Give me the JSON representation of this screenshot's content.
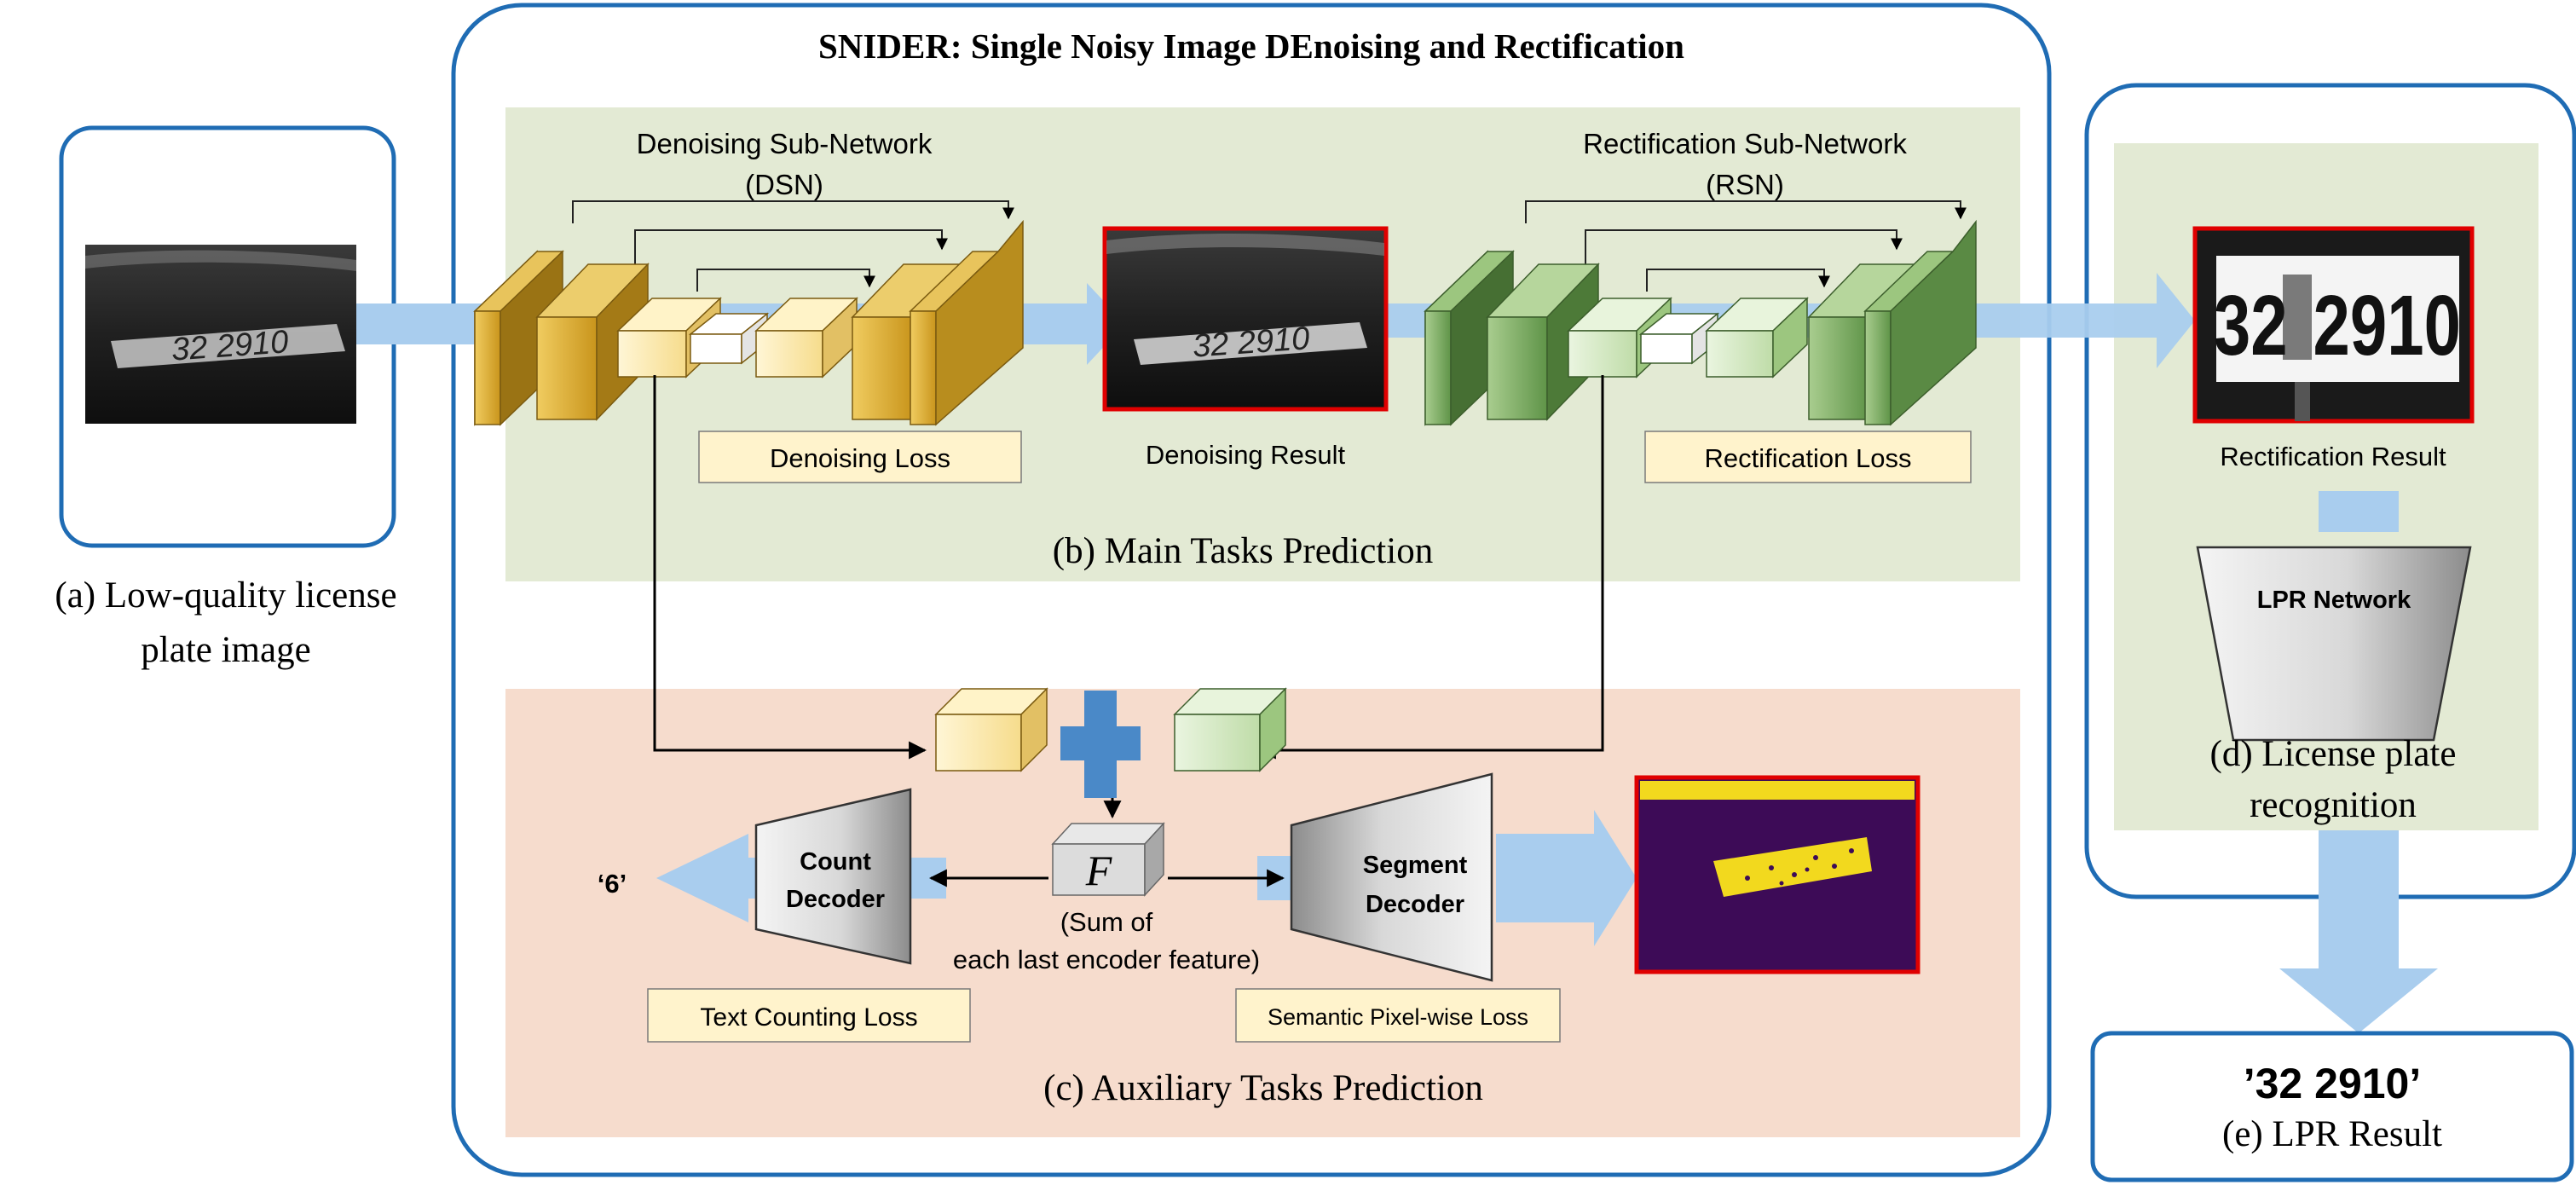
{
  "title": "SNIDER: Single Noisy Image DEnoising and Rectification",
  "input": {
    "caption_line1": "(a) Low-quality license",
    "caption_line2": "plate image",
    "plate_text": "32 2910"
  },
  "main_tasks": {
    "caption": "(b) Main Tasks Prediction",
    "dsn_line1": "Denoising Sub-Network",
    "dsn_line2": "(DSN)",
    "rsn_line1": "Rectification Sub-Network",
    "rsn_line2": "(RSN)",
    "denoising_loss": "Denoising Loss",
    "rectification_loss": "Rectification Loss",
    "denoising_result": "Denoising Result",
    "denoised_plate_text": "32 2910"
  },
  "auxiliary_tasks": {
    "caption": "(c) Auxiliary Tasks Prediction",
    "count_decoder_line1": "Count",
    "count_decoder_line2": "Decoder",
    "segment_decoder_line1": "Segment",
    "segment_decoder_line2": "Decoder",
    "feature_symbol": "F",
    "feature_caption_line1": "(Sum of",
    "feature_caption_line2": "each last encoder feature)",
    "count_output": "‘6’",
    "text_counting_loss": "Text Counting Loss",
    "semantic_loss": "Semantic Pixel-wise Loss"
  },
  "recognition": {
    "rectification_result": "Rectification Result",
    "rectified_plate_left": "32",
    "rectified_plate_right": "2910",
    "lpr_network": "LPR Network",
    "caption_line1": "(d) License plate",
    "caption_line2": "recognition"
  },
  "result": {
    "value": "’32 2910’",
    "caption": "(e) LPR Result"
  },
  "colors": {
    "frame_blue": "#1f6cb4",
    "flow_arrow": "#a9cdee",
    "main_panel": "#e3ead4",
    "aux_panel": "#f6dccd",
    "loss_box": "#fff3cc",
    "dsn_block": "#d9ab2e",
    "rsn_block": "#6f9f58",
    "result_border": "#e00000",
    "plus_sign": "#4a89c8",
    "segment_bg": "#3d0b57",
    "segment_fg": "#f2d91e"
  }
}
